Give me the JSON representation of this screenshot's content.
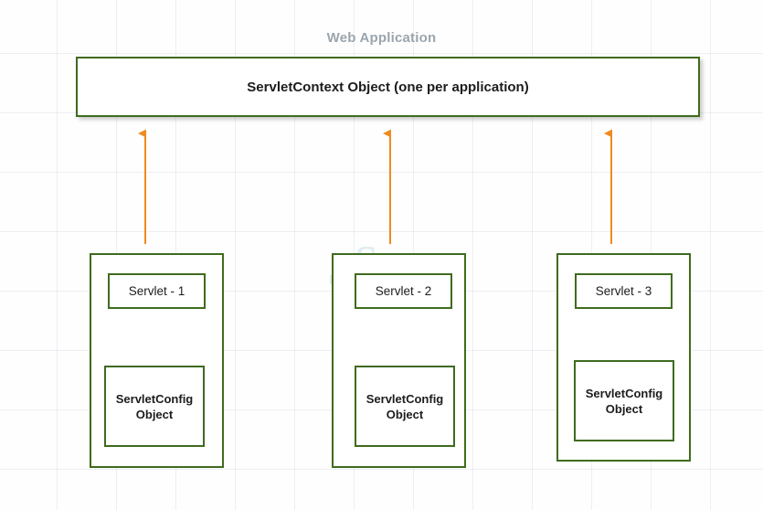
{
  "diagram": {
    "title": "Web Application",
    "context_box": {
      "label": "ServletContext Object (one per application)"
    },
    "watermark": {
      "mark": "S",
      "text": "LESSONS"
    },
    "colors": {
      "box_border": "#3f6b1e",
      "arrow": "#f08a1e",
      "title_text": "#9aa5ad",
      "body_text": "#1c1c1c",
      "background": "#fefefe",
      "grid_line": "#dde3ec"
    },
    "groups": [
      {
        "servlet_label": "Servlet - 1",
        "config_line1": "ServletConfig",
        "config_line2": "Object"
      },
      {
        "servlet_label": "Servlet - 2",
        "config_line1": "ServletConfig",
        "config_line2": "Object"
      },
      {
        "servlet_label": "Servlet - 3",
        "config_line1": "ServletConfig",
        "config_line2": "Object"
      }
    ]
  }
}
